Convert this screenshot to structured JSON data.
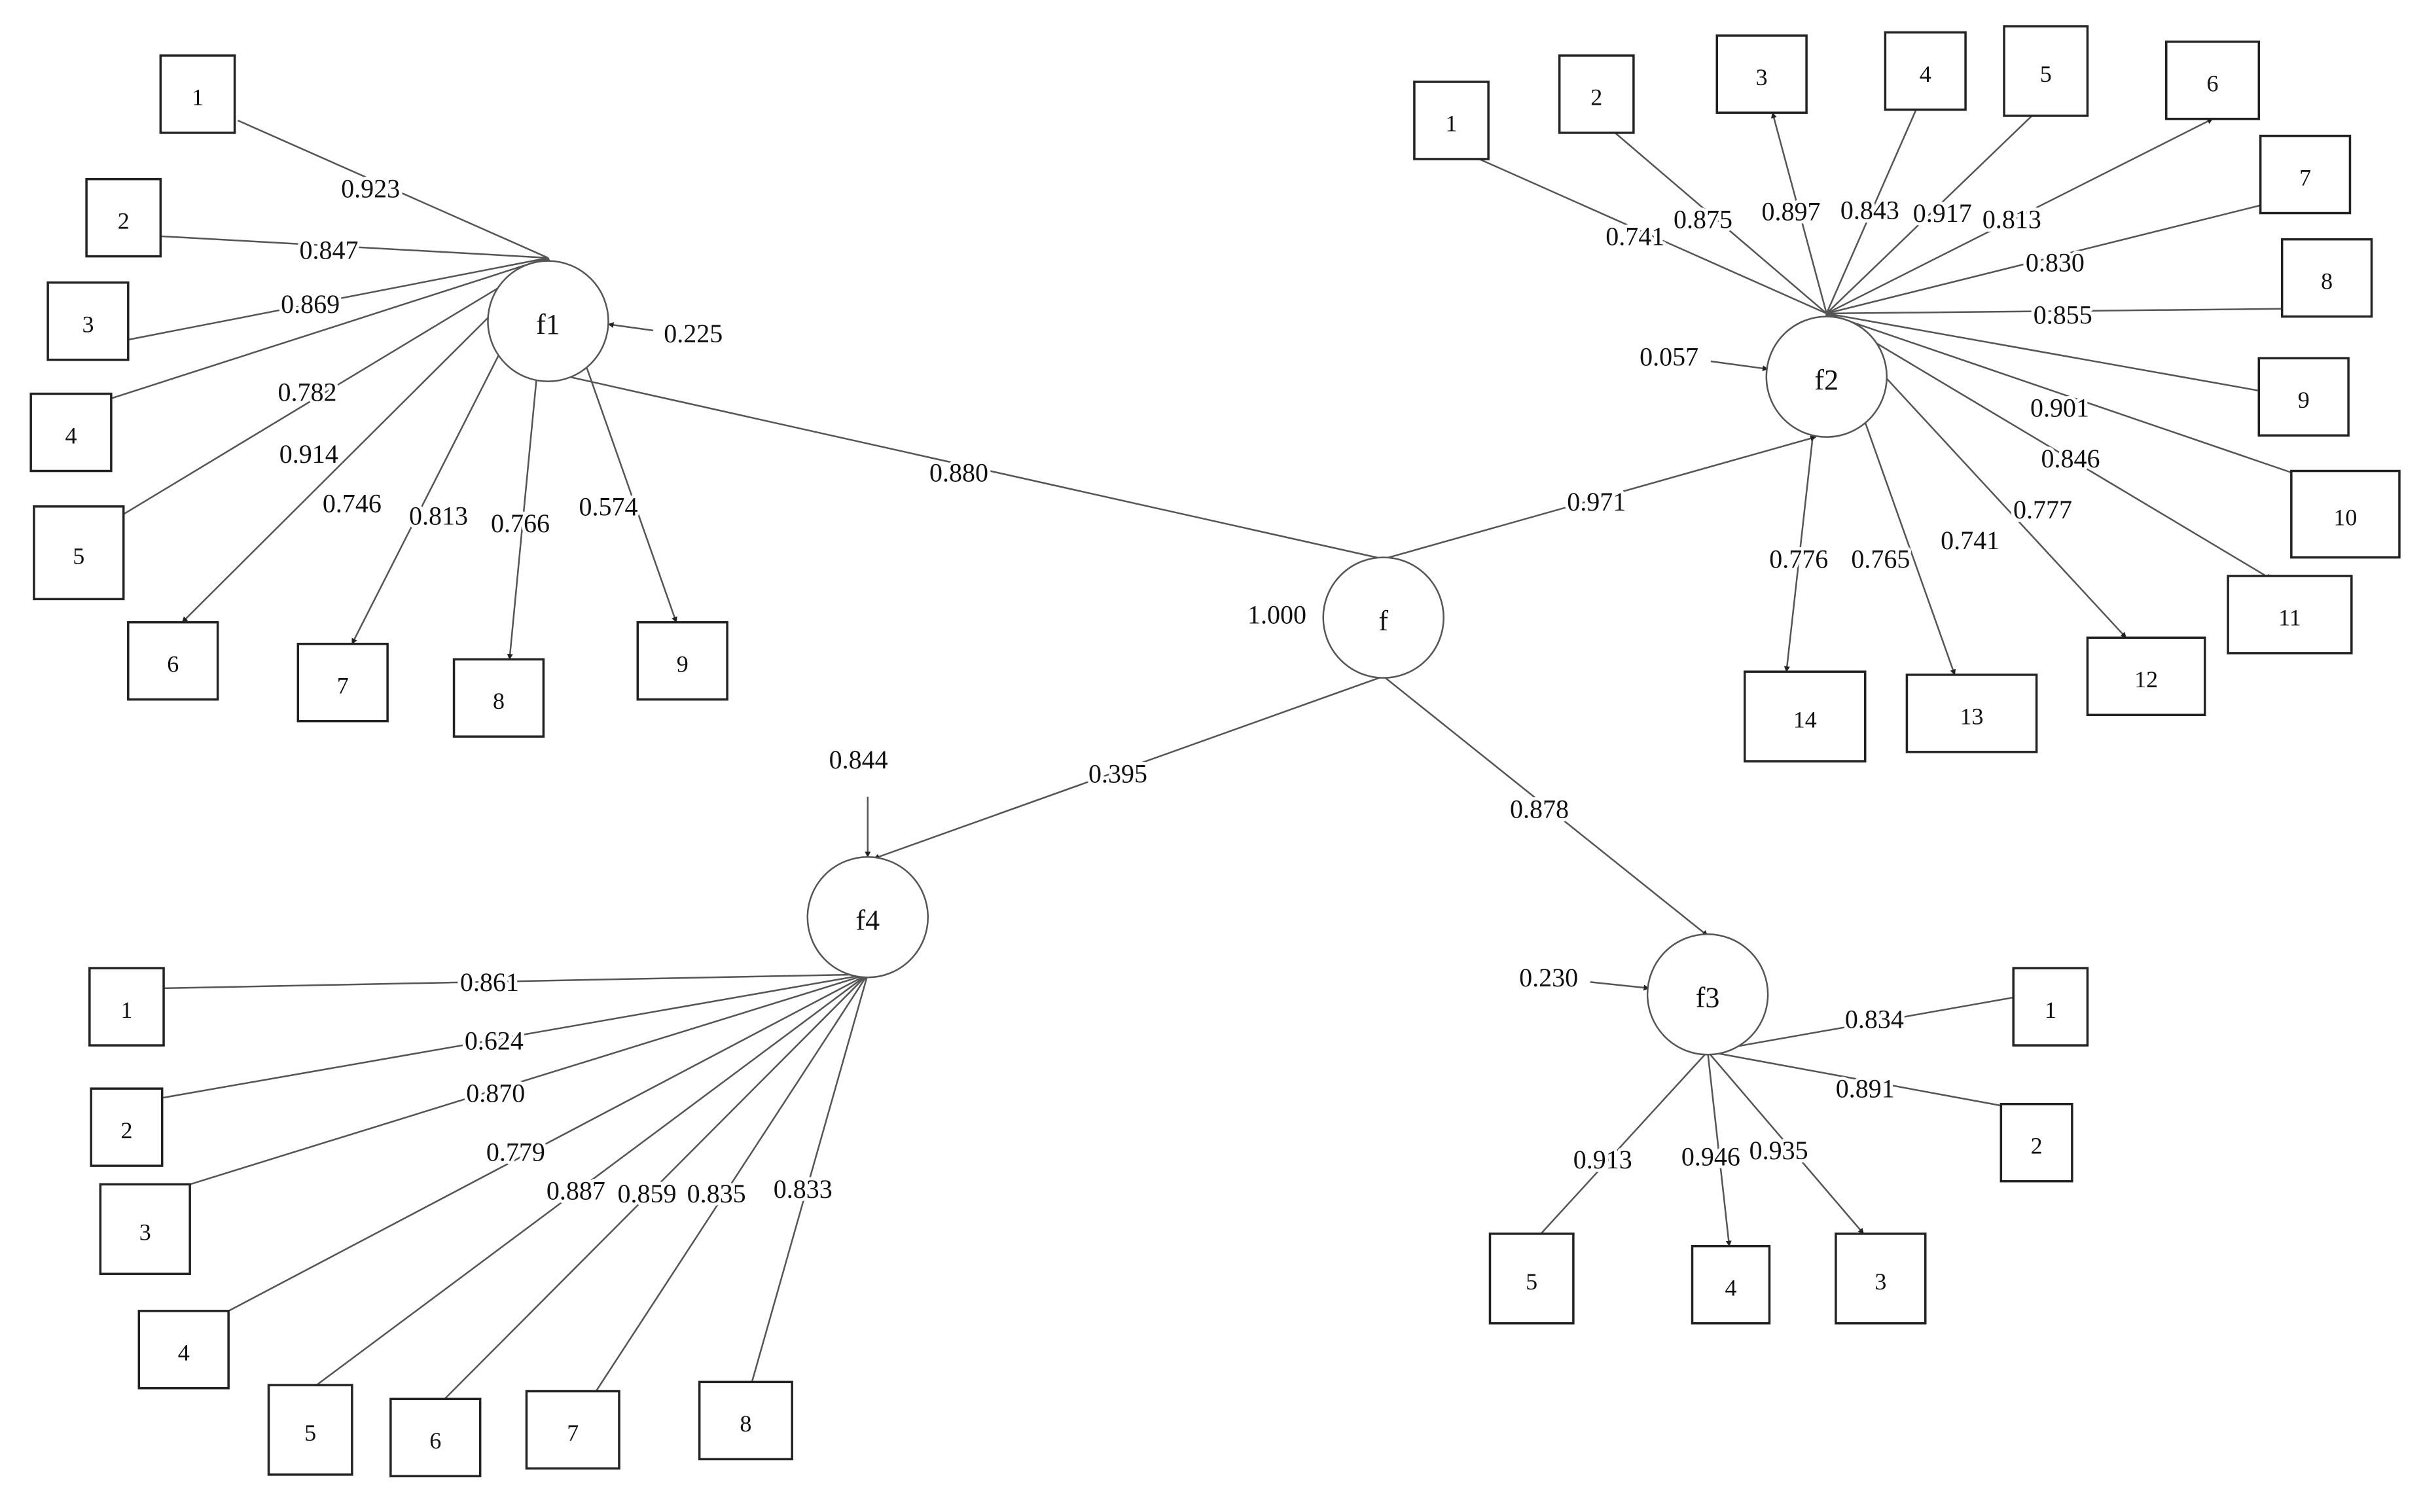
{
  "diagram": {
    "nodes": {
      "f": {
        "label": "f",
        "variance": "1.000"
      },
      "f1": {
        "label": "f1",
        "error": "0.225",
        "loading": "0.880"
      },
      "f2": {
        "label": "f2",
        "error": "0.057",
        "loading": "0.971"
      },
      "f3": {
        "label": "f3",
        "error": "0.230",
        "loading": "0.878"
      },
      "f4": {
        "label": "f4",
        "error": "0.844",
        "loading": "0.395"
      }
    },
    "indicators": {
      "f1": [
        {
          "label": "1",
          "loading": "0.923"
        },
        {
          "label": "2",
          "loading": "0.847"
        },
        {
          "label": "3",
          "loading": "0.869"
        },
        {
          "label": "4",
          "loading": "0.782"
        },
        {
          "label": "5",
          "loading": "0.914"
        },
        {
          "label": "6",
          "loading": "0.746"
        },
        {
          "label": "7",
          "loading": "0.813"
        },
        {
          "label": "8",
          "loading": "0.766"
        },
        {
          "label": "9",
          "loading": "0.574"
        }
      ],
      "f2": [
        {
          "label": "1",
          "loading": "0.741"
        },
        {
          "label": "2",
          "loading": "0.875"
        },
        {
          "label": "3",
          "loading": "0.897"
        },
        {
          "label": "4",
          "loading": "0.843"
        },
        {
          "label": "5",
          "loading": "0.917"
        },
        {
          "label": "6",
          "loading": "0.813"
        },
        {
          "label": "7",
          "loading": "0.830"
        },
        {
          "label": "8",
          "loading": "0.855"
        },
        {
          "label": "9",
          "loading": "0.901"
        },
        {
          "label": "10",
          "loading": "0.846"
        },
        {
          "label": "11",
          "loading": "0.777"
        },
        {
          "label": "12",
          "loading": "0.741"
        },
        {
          "label": "13",
          "loading": "0.765"
        },
        {
          "label": "14",
          "loading": "0.776"
        }
      ],
      "f3": [
        {
          "label": "1",
          "loading": "0.834"
        },
        {
          "label": "2",
          "loading": "0.891"
        },
        {
          "label": "3",
          "loading": "0.935"
        },
        {
          "label": "4",
          "loading": "0.946"
        },
        {
          "label": "5",
          "loading": "0.913"
        }
      ],
      "f4": [
        {
          "label": "1",
          "loading": "0.861"
        },
        {
          "label": "2",
          "loading": "0.624"
        },
        {
          "label": "3",
          "loading": "0.870"
        },
        {
          "label": "4",
          "loading": "0.779"
        },
        {
          "label": "5",
          "loading": "0.887"
        },
        {
          "label": "6",
          "loading": "0.859"
        },
        {
          "label": "7",
          "loading": "0.835"
        },
        {
          "label": "8",
          "loading": "0.833"
        }
      ]
    }
  }
}
